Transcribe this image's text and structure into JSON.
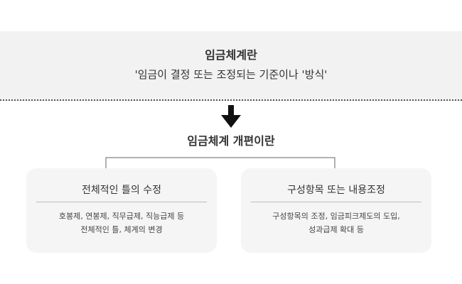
{
  "top": {
    "title": "임금체계란",
    "subtitle": "'임금이 결정 또는 조정되는 기준이나 '방식'"
  },
  "heading": "임금체계 개편이란",
  "cards": [
    {
      "title": "전체적인 틀의 수정",
      "lines": [
        "호봉제, 연봉제, 직무급제, 직능급제 등",
        "전체적인 틀, 체계의 변경"
      ]
    },
    {
      "title": "구성항목 또는 내용조정",
      "lines": [
        "구성항목의 조정, 임금피크제도의 도입,",
        "성과급제 확대 등"
      ]
    }
  ],
  "colors": {
    "panel": "#f2f2f2",
    "card": "#f5f5f5",
    "text": "#333333",
    "arrow": "#111111",
    "connector": "#666666"
  },
  "icons": {
    "arrow": "down-arrow-icon"
  }
}
